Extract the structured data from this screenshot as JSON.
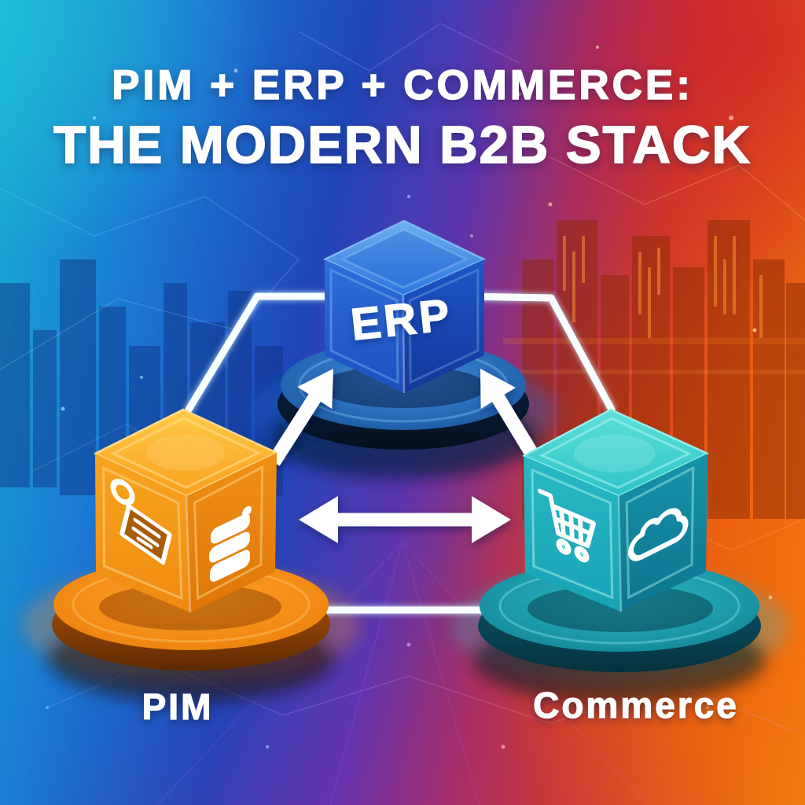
{
  "title": {
    "line1": "PIM + ERP + COMMERCE:",
    "line2": "THE MODERN B2B STACK"
  },
  "nodes": {
    "erp": {
      "label": "ERP",
      "cube_color": "#2b72e0",
      "platform_color": "#0d2d5e"
    },
    "pim": {
      "label": "PIM",
      "cube_color": "#f8a01d",
      "platform_color": "#ef8009",
      "face_icons": [
        "product-tag-icon",
        "database-icon"
      ]
    },
    "commerce": {
      "label": "Commerce",
      "cube_color": "#23b4c1",
      "platform_color": "#128a9d",
      "face_icons": [
        "shopping-cart-icon",
        "cloud-icon"
      ]
    }
  },
  "connections": [
    {
      "from": "pim",
      "to": "erp",
      "style": "white-arrow-up"
    },
    {
      "from": "commerce",
      "to": "erp",
      "style": "white-arrow-up"
    },
    {
      "from": "pim",
      "to": "commerce",
      "style": "white-double-arrow"
    },
    {
      "shape": "hexagon-ring",
      "style": "white-glow-outline"
    }
  ],
  "background": {
    "theme": "tech-city-gradient",
    "left_color": "#18b2d2",
    "mid_color": "#2546b8",
    "center_color": "#6a35a8",
    "right_color": "#e55c12",
    "arrow_color": "#ffffff"
  }
}
